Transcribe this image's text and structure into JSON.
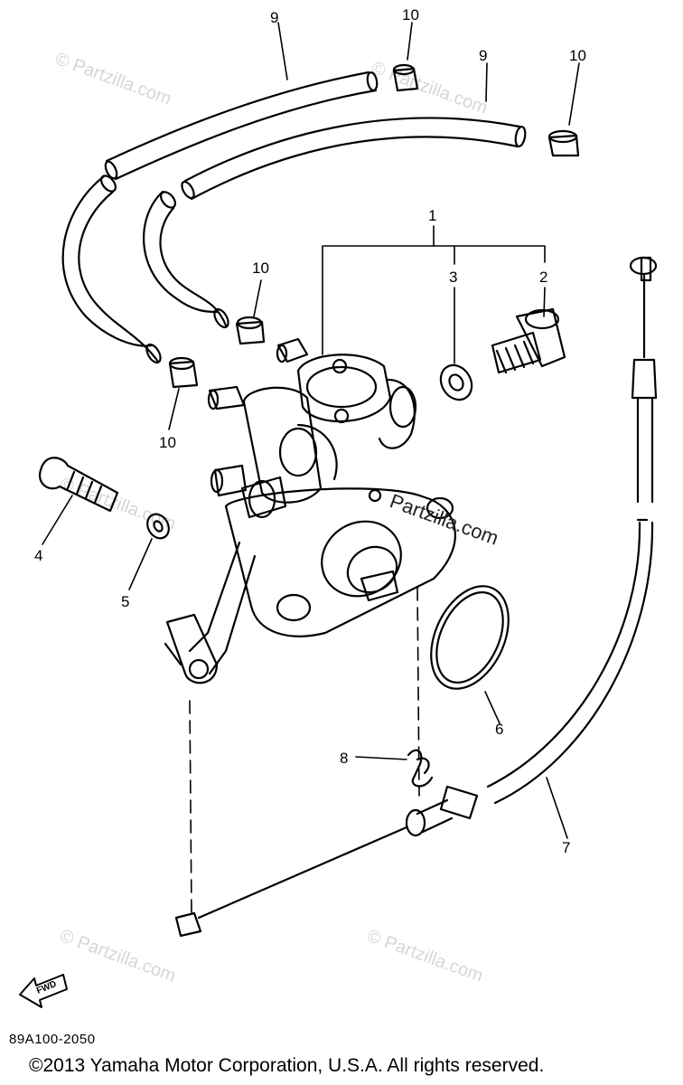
{
  "callouts": {
    "c1": "1",
    "c2": "2",
    "c3": "3",
    "c4": "4",
    "c5": "5",
    "c6": "6",
    "c7": "7",
    "c8": "8",
    "c9a": "9",
    "c9b": "9",
    "c10a": "10",
    "c10b": "10",
    "c10c": "10",
    "c10d": "10"
  },
  "watermark": "© Partzilla.com",
  "watermark_center": "Partzilla.com",
  "fwd_label": "FWD",
  "diagram_code": "89A100-2050",
  "copyright": "©2013 Yamaha Motor Corporation, U.S.A. All rights reserved."
}
